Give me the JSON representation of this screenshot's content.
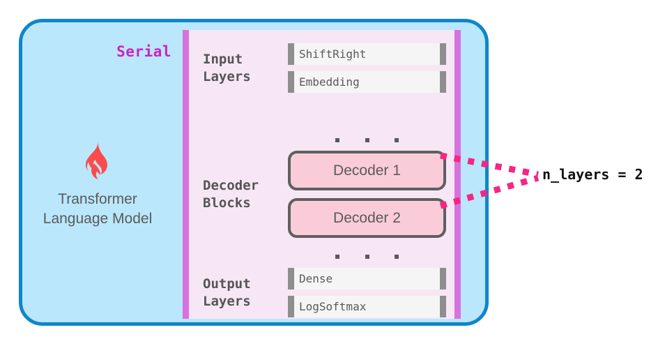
{
  "diagram": {
    "title": "Transformer Language Model architecture diagram",
    "colors": {
      "outer_fill": "#BAE7FB",
      "outer_border": "#0E86CB",
      "vertical_bar": "#D771DE",
      "inner_panel": "#F7E7F5",
      "layer_fill": "#F5F5F5",
      "layer_cap": "#8E8E8E",
      "decoder_fill": "#FACCDA",
      "decoder_border": "#5F5F5F",
      "serial_text": "#CC22C4",
      "annotation_line": "#F72585",
      "flame": "#FB4B4B",
      "body_text": "#5A5A5A"
    }
  },
  "model": {
    "icon": "flame-icon",
    "name": "Transformer\nLanguage Model",
    "name_line1": "Transformer",
    "name_line2": "Language Model",
    "serial_label": "Serial"
  },
  "sections": [
    {
      "id": "input-layers",
      "label": "Input\nLayers",
      "kind": "layers",
      "items": [
        {
          "name": "ShiftRight"
        },
        {
          "name": "Embedding"
        }
      ]
    },
    {
      "id": "decoder-blocks",
      "label": "Decoder\nBlocks",
      "kind": "decoders",
      "items": [
        {
          "name": "Decoder 1"
        },
        {
          "name": "Decoder 2"
        }
      ]
    },
    {
      "id": "output-layers",
      "label": "Output\nLayers",
      "kind": "layers",
      "items": [
        {
          "name": "Dense"
        },
        {
          "name": "LogSoftmax"
        }
      ]
    }
  ],
  "ellipses": {
    "after_input": "...",
    "after_decoders": "..."
  },
  "annotation": {
    "text": "n_layers = 2",
    "points_to": "decoder-blocks",
    "style": "dashed-pink-brace"
  }
}
